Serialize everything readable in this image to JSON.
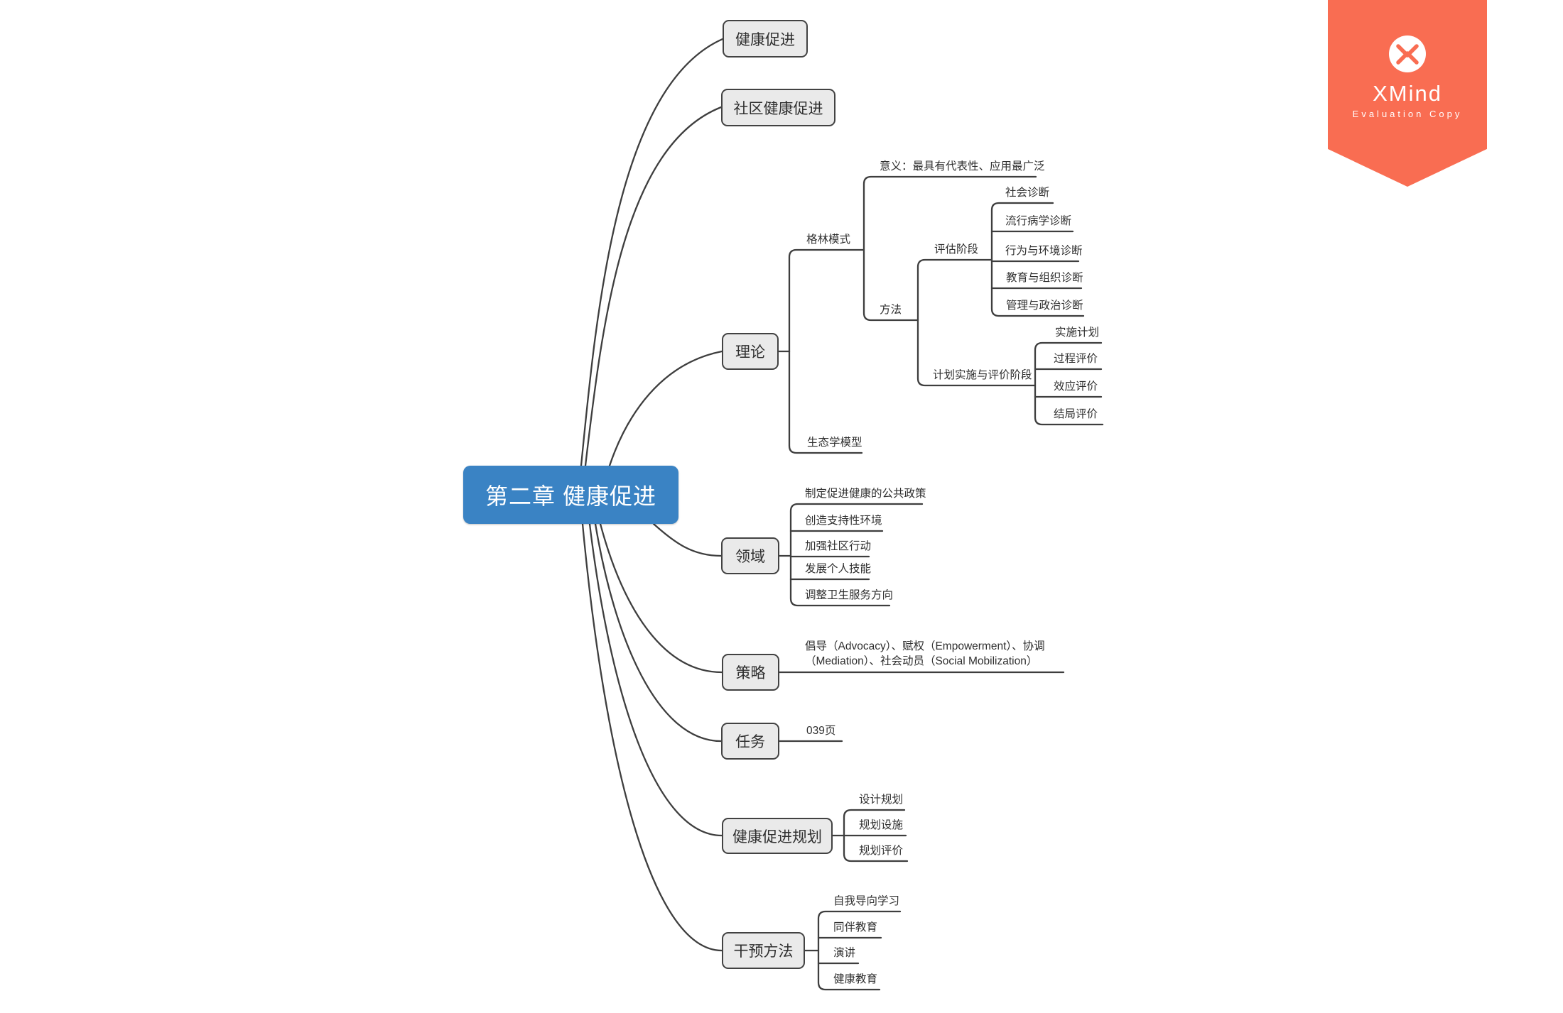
{
  "app": {
    "watermark": {
      "brand": "XMind",
      "subtitle": "Evaluation Copy"
    }
  },
  "colors": {
    "root_fill": "#3a83c4",
    "root_text": "#ffffff",
    "topic_fill": "#eaeaea",
    "line": "#3e3e3e",
    "watermark": "#f96d52"
  },
  "mindmap": {
    "root": {
      "label": "第二章 健康促进"
    },
    "topics": [
      {
        "label": "健康促进",
        "children": []
      },
      {
        "label": "社区健康促进",
        "children": []
      },
      {
        "label": "理论",
        "children": [
          {
            "label": "格林模式",
            "children": [
              {
                "label": "意义：最具有代表性、应用最广泛",
                "children": []
              },
              {
                "label": "方法",
                "children": [
                  {
                    "label": "评估阶段",
                    "children": [
                      {
                        "label": "社会诊断"
                      },
                      {
                        "label": "流行病学诊断"
                      },
                      {
                        "label": "行为与环境诊断"
                      },
                      {
                        "label": "教育与组织诊断"
                      },
                      {
                        "label": "管理与政治诊断"
                      }
                    ]
                  },
                  {
                    "label": "计划实施与评价阶段",
                    "children": [
                      {
                        "label": "实施计划"
                      },
                      {
                        "label": "过程评价"
                      },
                      {
                        "label": "效应评价"
                      },
                      {
                        "label": "结局评价"
                      }
                    ]
                  }
                ]
              }
            ]
          },
          {
            "label": "生态学模型",
            "children": []
          }
        ]
      },
      {
        "label": "领域",
        "children": [
          {
            "label": "制定促进健康的公共政策"
          },
          {
            "label": "创造支持性环境"
          },
          {
            "label": "加强社区行动"
          },
          {
            "label": "发展个人技能"
          },
          {
            "label": "调整卫生服务方向"
          }
        ]
      },
      {
        "label": "策略",
        "children": [
          {
            "label": "倡导（Advocacy）、赋权（Empowerment）、协调（Mediation）、社会动员（Social Mobilization）"
          }
        ]
      },
      {
        "label": "任务",
        "children": [
          {
            "label": "039页"
          }
        ]
      },
      {
        "label": "健康促进规划",
        "children": [
          {
            "label": "设计规划"
          },
          {
            "label": "规划设施"
          },
          {
            "label": "规划评价"
          }
        ]
      },
      {
        "label": "干预方法",
        "children": [
          {
            "label": "自我导向学习"
          },
          {
            "label": "同伴教育"
          },
          {
            "label": "演讲"
          },
          {
            "label": "健康教育"
          }
        ]
      }
    ]
  }
}
